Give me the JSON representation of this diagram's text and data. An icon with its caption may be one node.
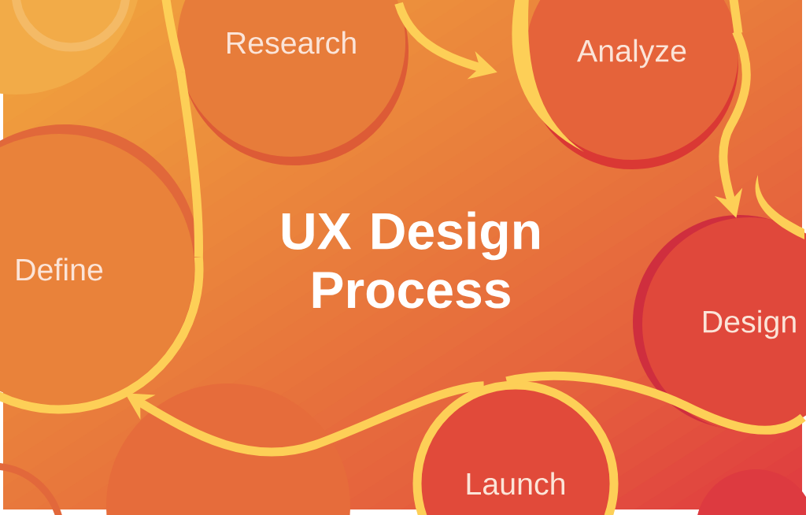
{
  "diagram": {
    "title": "UX Design Process",
    "nodes": [
      {
        "text": [
          "Research"
        ]
      },
      {
        "text": [
          "Analyze"
        ]
      },
      {
        "text": [
          "Define"
        ]
      },
      {
        "text": [
          "Design"
        ]
      },
      {
        "text": [
          "Launch"
        ]
      }
    ],
    "edges": [
      {
        "from": 2,
        "to": 0,
        "arrow": "none"
      },
      {
        "from": 0,
        "to": 1,
        "arrow": "to"
      },
      {
        "from": 1,
        "to": 3,
        "arrow": "to"
      },
      {
        "from": 3,
        "to": 4,
        "arrow": "none"
      },
      {
        "from": 4,
        "to": 2,
        "arrow": "to"
      }
    ]
  }
}
